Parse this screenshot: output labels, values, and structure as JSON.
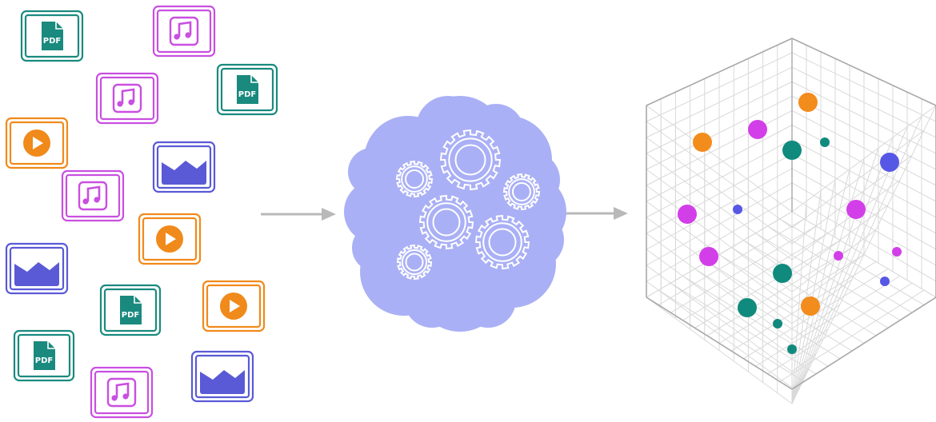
{
  "colors": {
    "pdf": "#1a8a7f",
    "music": "#c94fe0",
    "video": "#f08a1a",
    "image": "#5a5ad6",
    "arrow": "#b9b9b9",
    "cloud": "#aab0f5",
    "gear": "#ffffff",
    "grid": "#d9d9d9",
    "point_teal": "#118a7e",
    "point_orange": "#f28c1c",
    "point_magenta": "#d23fe8",
    "point_blue": "#5757e6"
  },
  "file_labels": {
    "pdf": "PDF"
  },
  "icons": {
    "pdf": "pdf-file-icon",
    "music": "music-note-icon",
    "video": "play-video-icon",
    "image": "image-landscape-icon",
    "arrow": "arrow-right-icon",
    "cloud": "processing-cloud",
    "gear": "gear-icon",
    "cube": "vector-space-cube"
  }
}
